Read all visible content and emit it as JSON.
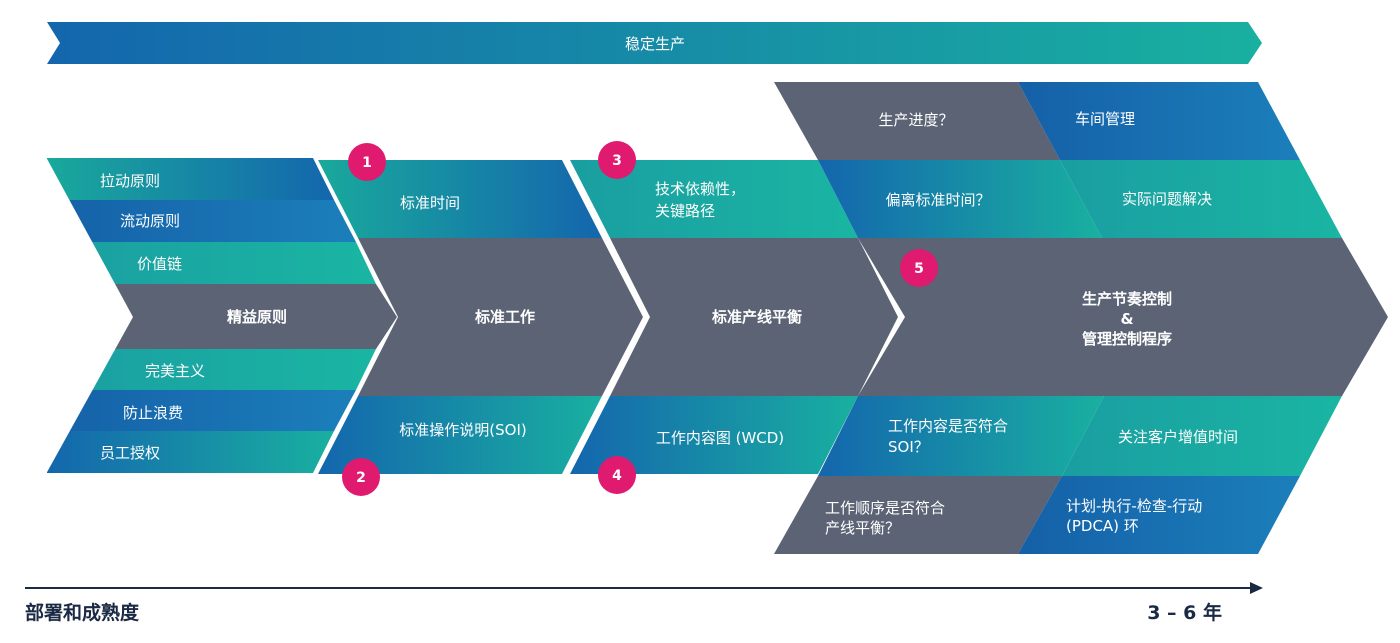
{
  "top_banner": {
    "label": "稳定生产"
  },
  "stage1": {
    "top_items": [
      "拉动原则",
      "流动原则",
      "价值链"
    ],
    "title": "精益原则",
    "bottom_items": [
      "完美主义",
      "防止浪费",
      "员工授权"
    ]
  },
  "stage2": {
    "top": "标准时间",
    "title": "标准工作",
    "bottom": "标准操作说明(SOI)",
    "badge_top": "1",
    "badge_bottom": "2"
  },
  "stage3": {
    "top_line1": "技术依赖性，",
    "top_line2": "关键路径",
    "title": "标准产线平衡",
    "bottom": "工作内容图 (WCD)",
    "badge_top": "3",
    "badge_bottom": "4"
  },
  "stage4": {
    "row1_left": "生产进度？",
    "row1_right": "车间管理",
    "row2_left": "偏离标准时间？",
    "row2_right": "实际问题解决",
    "title_line1": "生产节奏控制",
    "title_line2": "&",
    "title_line3": "管理控制程序",
    "badge": "5",
    "row3_left_line1": "工作内容是否符合",
    "row3_left_line2": "SOI？",
    "row3_right": "关注客户增值时间",
    "row4_left_line1": "工作顺序是否符合",
    "row4_left_line2": "产线平衡？",
    "row4_right_line1": "计划-执行-检查-行动",
    "row4_right_line2": "(PDCA) 环"
  },
  "footer": {
    "left": "部署和成熟度",
    "right": "3 – 6 年"
  },
  "colors": {
    "teal": "#14a39a",
    "blue": "#1466ad",
    "gray": "#5b6375",
    "pink": "#e01a6e",
    "navy": "#1b2a44"
  }
}
